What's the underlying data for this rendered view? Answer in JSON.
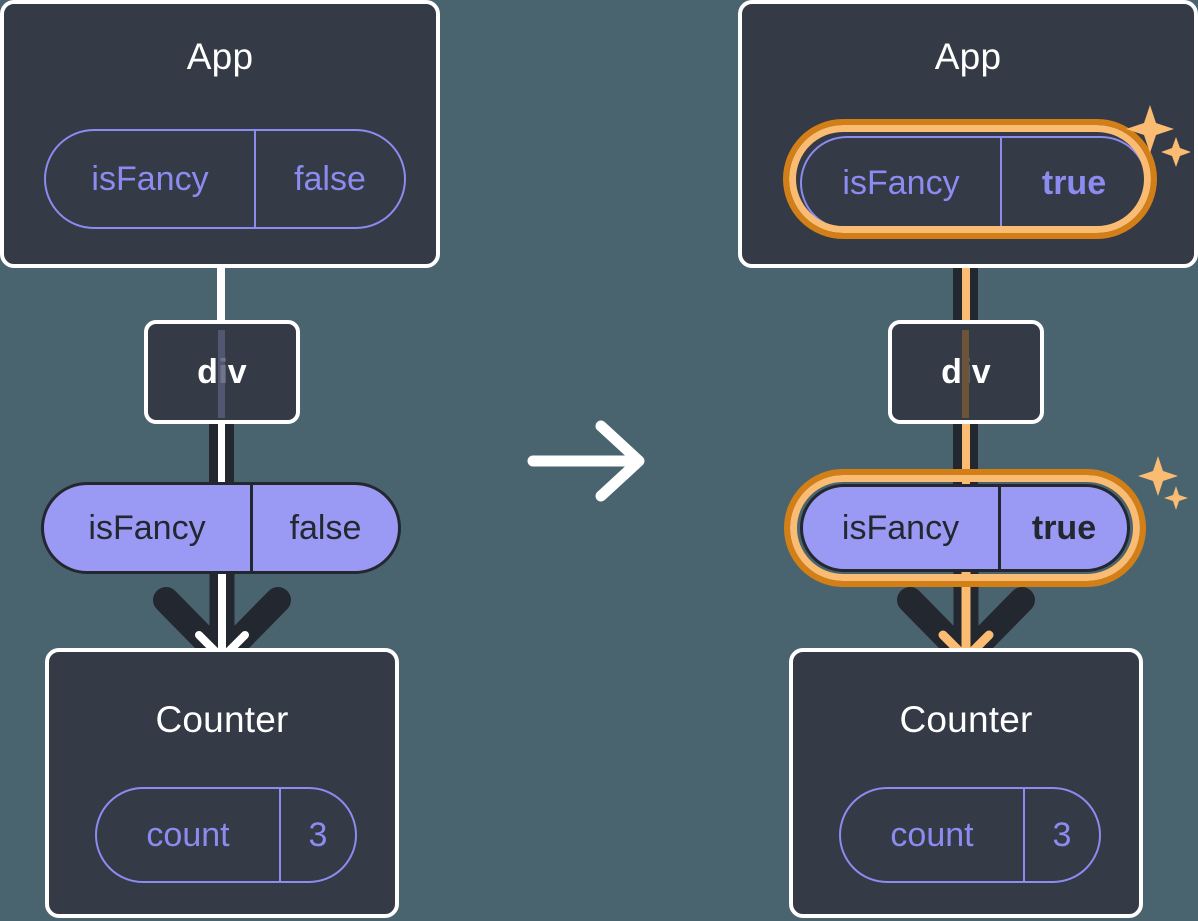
{
  "diagram": {
    "title": "React state update propagation",
    "background_color": "#4a646f",
    "transition_arrow": "arrow-right-icon"
  },
  "colors": {
    "background": "#4a646f",
    "box_fill": "#343a46",
    "box_border": "#ffffff",
    "pill_outline": "#8b8bf0",
    "pill_fill": "#9a9af5",
    "pill_text_dark": "#23272f",
    "wire_dark": "#23272f",
    "wire_light": "#ffffff",
    "highlight_outer": "#d27f17",
    "highlight_inner": "#fabb72",
    "sparkle": "#fabb72"
  },
  "before": {
    "app": {
      "title": "App",
      "state": {
        "key": "isFancy",
        "value": "false",
        "value_bold": false,
        "highlighted": false
      }
    },
    "div": {
      "title": "div"
    },
    "prop": {
      "key": "isFancy",
      "value": "false",
      "value_bold": false,
      "highlighted": false
    },
    "counter": {
      "title": "Counter",
      "state": {
        "key": "count",
        "value": "3",
        "value_bold": false
      }
    }
  },
  "after": {
    "app": {
      "title": "App",
      "state": {
        "key": "isFancy",
        "value": "true",
        "value_bold": true,
        "highlighted": true
      }
    },
    "div": {
      "title": "div"
    },
    "prop": {
      "key": "isFancy",
      "value": "true",
      "value_bold": true,
      "highlighted": true
    },
    "counter": {
      "title": "Counter",
      "state": {
        "key": "count",
        "value": "3",
        "value_bold": false
      }
    }
  }
}
